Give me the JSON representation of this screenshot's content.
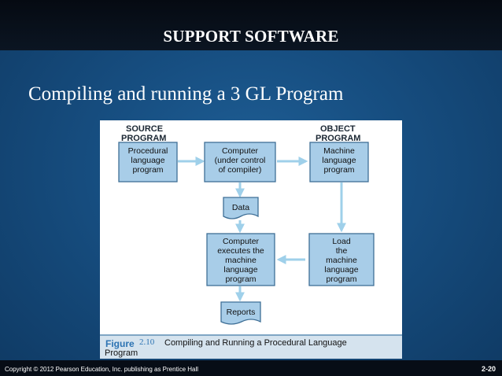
{
  "slide": {
    "title": "SUPPORT SOFTWARE",
    "subtitle": "Compiling and running a 3 GL Program",
    "copyright": "Copyright © 2012 Pearson Education, Inc. publishing as Prentice Hall",
    "page_number": "2-20"
  },
  "diagram": {
    "headings": {
      "source": [
        "SOURCE",
        "PROGRAM"
      ],
      "object": [
        "OBJECT",
        "PROGRAM"
      ]
    },
    "nodes": {
      "procedural": [
        "Procedural",
        "language",
        "program"
      ],
      "compiler": [
        "Computer",
        "(under control",
        "of compiler)"
      ],
      "machine": [
        "Machine",
        "language",
        "program"
      ],
      "data": [
        "Data"
      ],
      "executes": [
        "Computer",
        "executes the",
        "machine",
        "language",
        "program"
      ],
      "load": [
        "Load",
        "the",
        "machine",
        "language",
        "program"
      ],
      "reports": [
        "Reports"
      ]
    },
    "colors": {
      "box_fill": "#a8cde8",
      "box_stroke": "#3f6f96",
      "arrow": "#9fd0ea"
    }
  },
  "figure": {
    "label": "Figure",
    "number": "2.10",
    "caption_line1": "Compiling and Running a Procedural Language",
    "caption_line2": "Program"
  }
}
